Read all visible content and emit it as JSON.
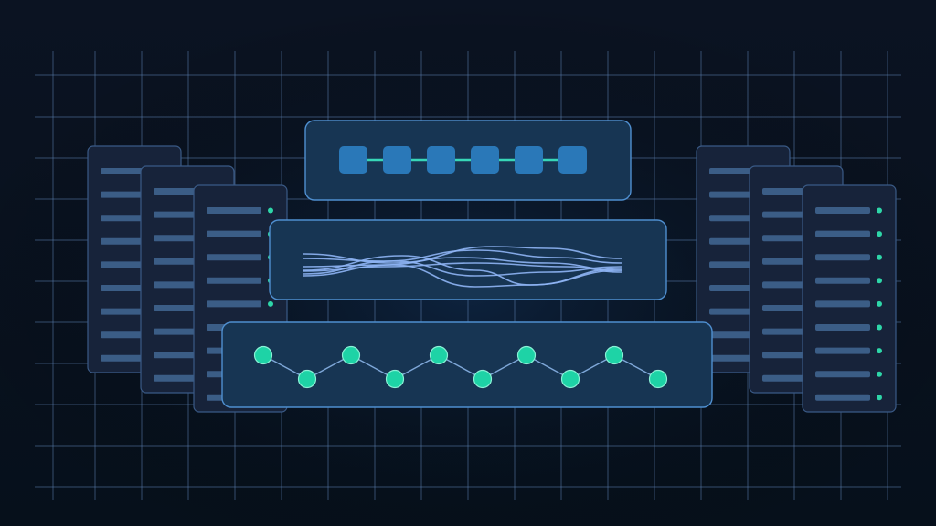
{
  "colors": {
    "background_top": "#0b1220",
    "background_bottom": "#07101c",
    "grid_line": "#5b7fb0",
    "rack_fill": "#17233a",
    "rack_stroke": "#3a5a86",
    "slot_fill": "#3b5d86",
    "led": "#2ed6a8",
    "panel_fill": "#173553",
    "panel_stroke": "#4f8fd0",
    "block_fill": "#2a78b8",
    "connector": "#37d6b8",
    "wave": "#8fb5f5",
    "node_fill": "#1ed3a6",
    "node_stroke": "#8af1d6",
    "node_link": "#7ea7d8"
  },
  "racks": {
    "left_count": 3,
    "right_count": 3,
    "slots_per_rack": 9,
    "front_rack_leds": true
  },
  "top_panel": {
    "blocks": 6
  },
  "wave_panel": {
    "line_count": 7
  },
  "node_panel": {
    "nodes": 10
  }
}
